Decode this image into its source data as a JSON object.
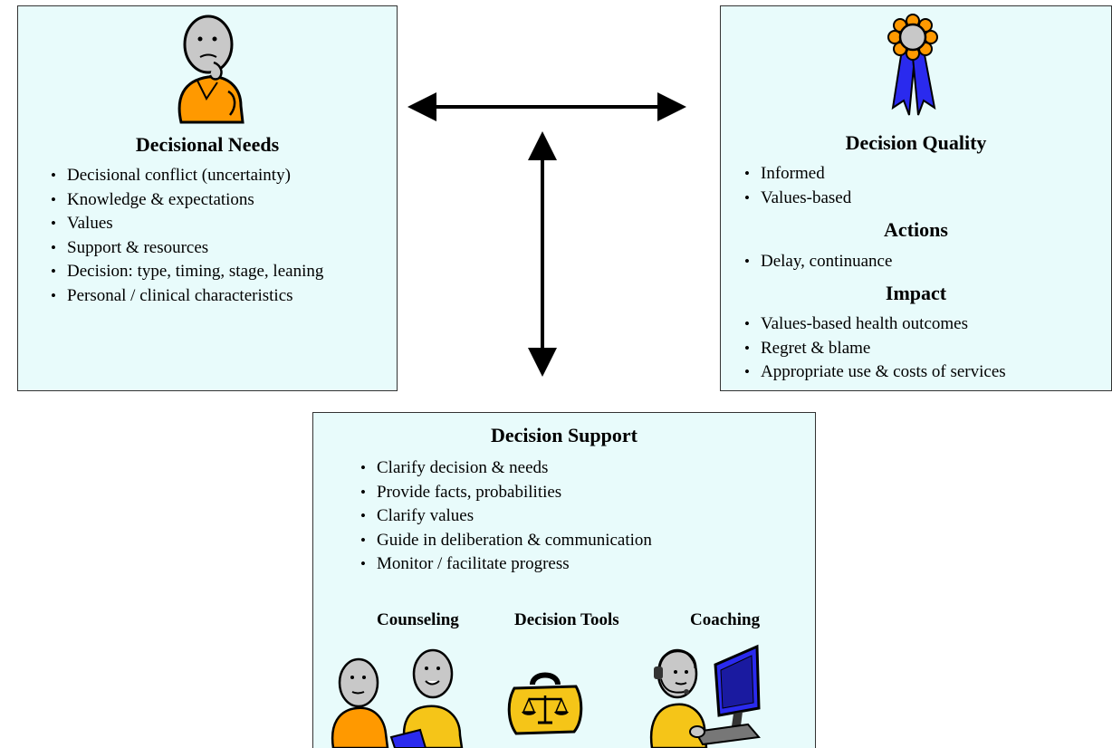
{
  "decisional_needs": {
    "title": "Decisional Needs",
    "items": [
      "Decisional conflict (uncertainty)",
      "Knowledge & expectations",
      "Values",
      "Support & resources",
      "Decision: type, timing, stage, leaning",
      "Personal / clinical characteristics"
    ]
  },
  "decision_quality": {
    "title": "Decision Quality",
    "items": [
      "Informed",
      "Values-based"
    ],
    "actions_title": "Actions",
    "actions_items": [
      "Delay, continuance"
    ],
    "impact_title": "Impact",
    "impact_items": [
      "Values-based health outcomes",
      "Regret & blame",
      "Appropriate use & costs of services"
    ]
  },
  "decision_support": {
    "title": "Decision Support",
    "items": [
      "Clarify decision & needs",
      "Provide facts, probabilities",
      "Clarify values",
      "Guide in deliberation & communication",
      "Monitor / facilitate progress"
    ],
    "tools": [
      "Counseling",
      "Decision Tools",
      "Coaching"
    ]
  },
  "icons": [
    "thinking-person-icon",
    "award-ribbon-icon",
    "counseling-people-icon",
    "scales-briefcase-icon",
    "coaching-headset-computer-icon"
  ],
  "colors": {
    "box_fill": "#e8fbfb",
    "orange": "#ff9900",
    "yellow": "#f5c518",
    "gray_face": "#c8c8c8",
    "blue": "#2a2aee"
  }
}
